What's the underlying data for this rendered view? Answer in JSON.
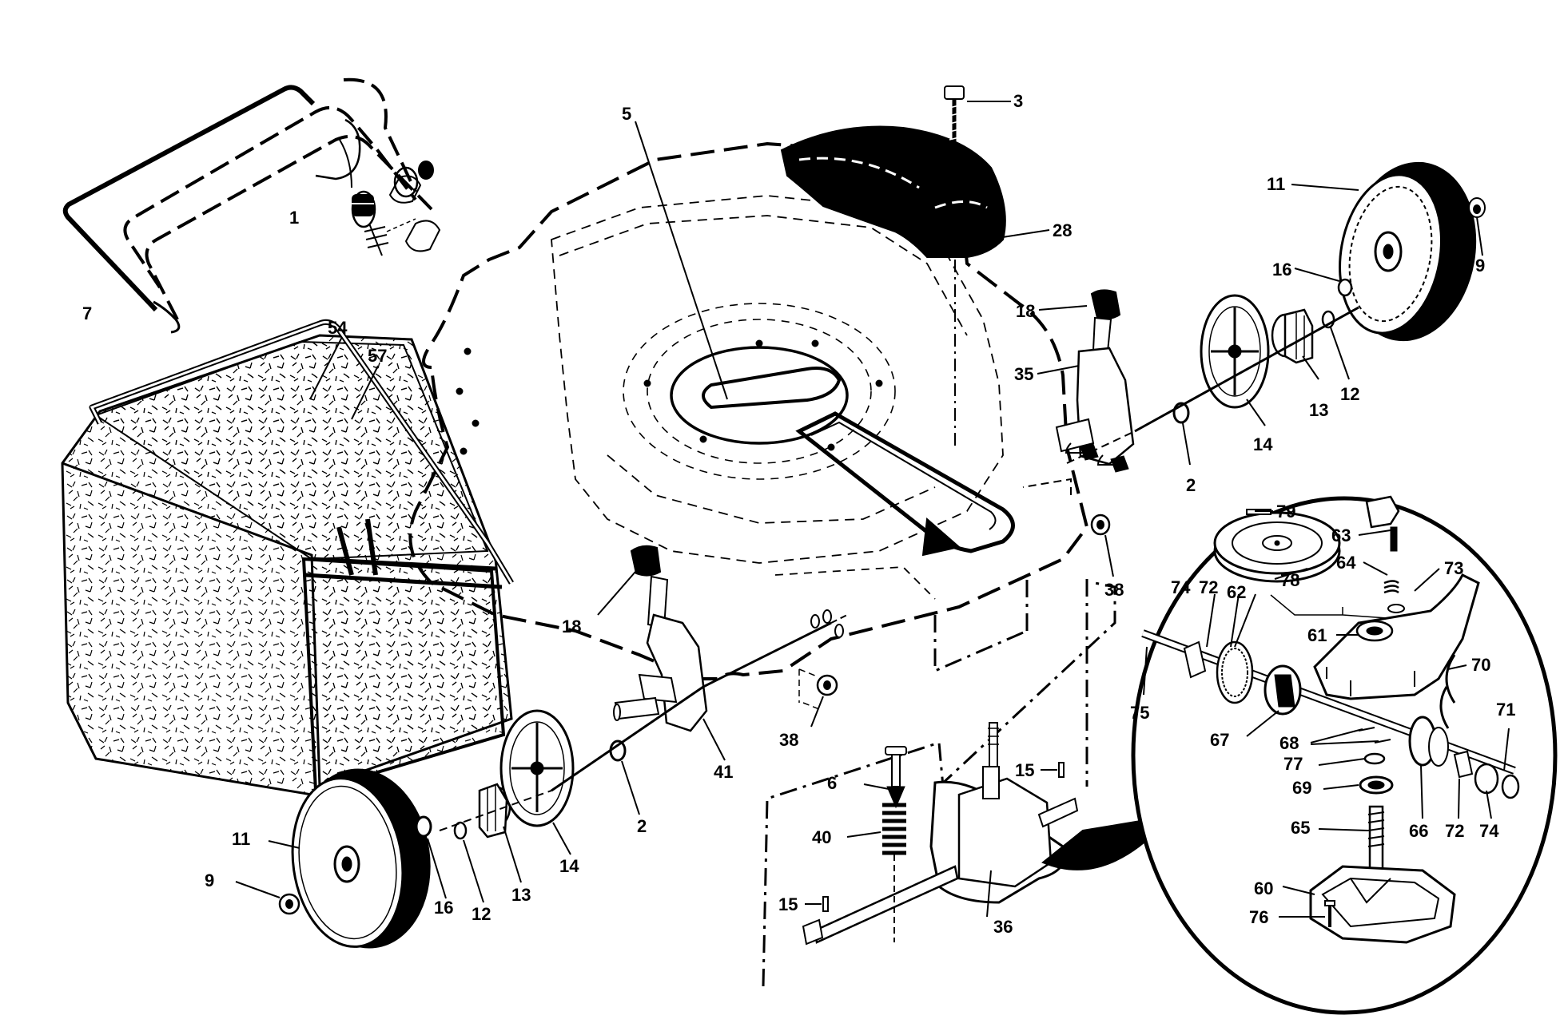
{
  "diagram": {
    "callouts": [
      "1",
      "3",
      "5",
      "7",
      "9",
      "11",
      "16",
      "18",
      "28",
      "35",
      "13",
      "12",
      "14",
      "2",
      "38",
      "54",
      "57",
      "18",
      "41",
      "38",
      "2",
      "14",
      "13",
      "12",
      "16",
      "11",
      "9",
      "6",
      "40",
      "15",
      "15",
      "36",
      "79",
      "63",
      "64",
      "73",
      "74",
      "72",
      "62",
      "78",
      "61",
      "70",
      "75",
      "67",
      "68",
      "77",
      "69",
      "71",
      "66",
      "72",
      "74",
      "65",
      "60",
      "76"
    ]
  }
}
